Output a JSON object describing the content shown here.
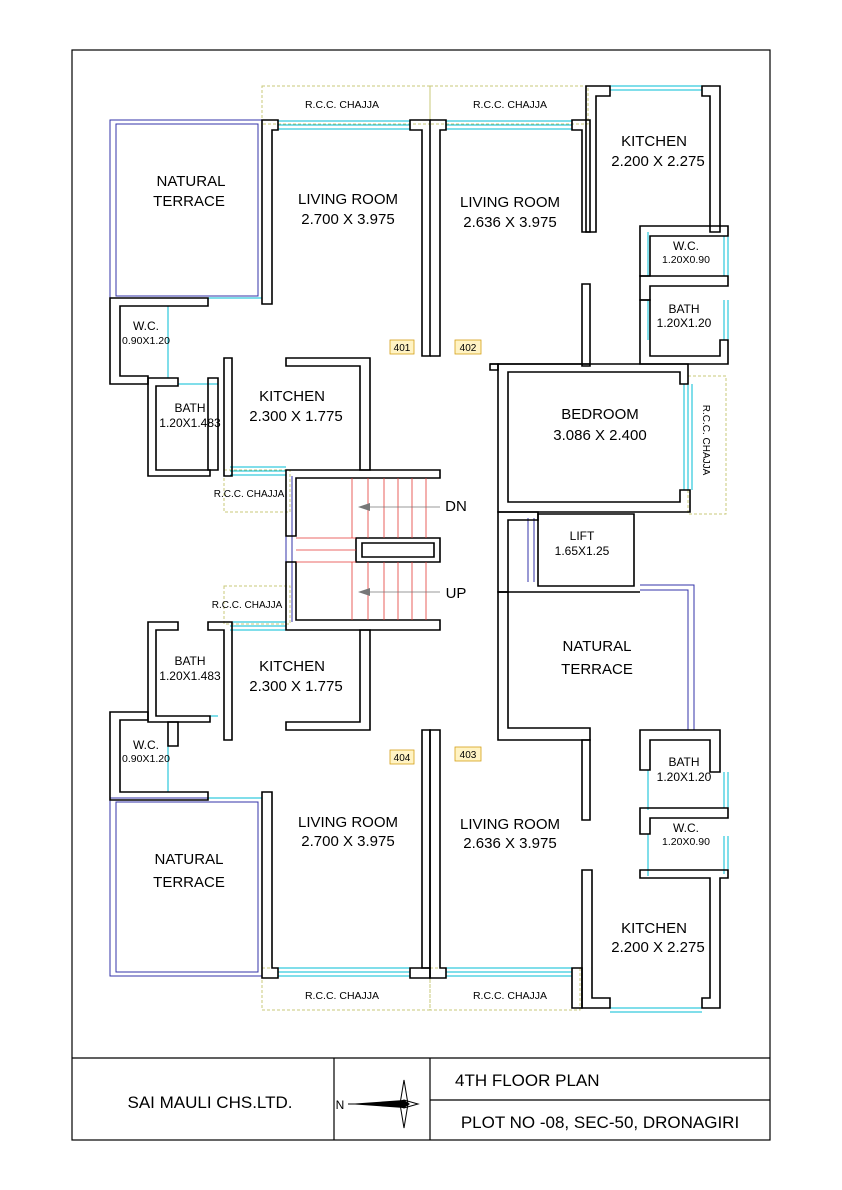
{
  "rooms": {
    "natural_terrace_tl": {
      "name": "NATURAL",
      "name2": "TERRACE"
    },
    "living_401": {
      "name": "LIVING ROOM",
      "size": "2.700 X 3.975"
    },
    "living_402": {
      "name": "LIVING ROOM",
      "size": "2.636 X 3.975"
    },
    "kitchen_tr": {
      "name": "KITCHEN",
      "size": "2.200 X 2.275"
    },
    "wc_tr": {
      "name": "W.C.",
      "size": "1.20X0.90"
    },
    "bath_tr": {
      "name": "BATH",
      "size": "1.20X1.20"
    },
    "wc_tl": {
      "name": "W.C.",
      "size": "0.90X1.20"
    },
    "bath_tl": {
      "name": "BATH",
      "size": "1.20X1.483"
    },
    "kitchen_tl": {
      "name": "KITCHEN",
      "size": "2.300 X 1.775"
    },
    "bedroom": {
      "name": "BEDROOM",
      "size": "3.086 X 2.400"
    },
    "lift": {
      "name": "LIFT",
      "size": "1.65X1.25"
    },
    "bath_bl": {
      "name": "BATH",
      "size": "1.20X1.483"
    },
    "kitchen_bl": {
      "name": "KITCHEN",
      "size": "2.300 X 1.775"
    },
    "wc_bl": {
      "name": "W.C.",
      "size": "0.90X1.20"
    },
    "natural_terrace_r": {
      "name": "NATURAL",
      "name2": "TERRACE"
    },
    "natural_terrace_bl": {
      "name": "NATURAL",
      "name2": "TERRACE"
    },
    "living_404": {
      "name": "LIVING ROOM",
      "size": "2.700 X 3.975"
    },
    "living_403": {
      "name": "LIVING ROOM",
      "size": "2.636 X 3.975"
    },
    "bath_br": {
      "name": "BATH",
      "size": "1.20X1.20"
    },
    "wc_br": {
      "name": "W.C.",
      "size": "1.20X0.90"
    },
    "kitchen_br": {
      "name": "KITCHEN",
      "size": "2.200 X 2.275"
    }
  },
  "chajja_label": "R.C.C. CHAJJA",
  "units": {
    "u401": "401",
    "u402": "402",
    "u403": "403",
    "u404": "404"
  },
  "stairs": {
    "down": "DN",
    "up": "UP"
  },
  "title_block": {
    "society": "SAI MAULI CHS.LTD.",
    "north": "N",
    "plan_title": "4TH  FLOOR PLAN",
    "plot": "PLOT NO -08, SEC-50, DRONAGIRI"
  },
  "colors": {
    "wall": "#000000",
    "window": "#00bcd4",
    "outline": "#3333aa",
    "stair": "#e53935",
    "chajja": "#c9c97a",
    "unit_tag": "#fff3c4"
  }
}
